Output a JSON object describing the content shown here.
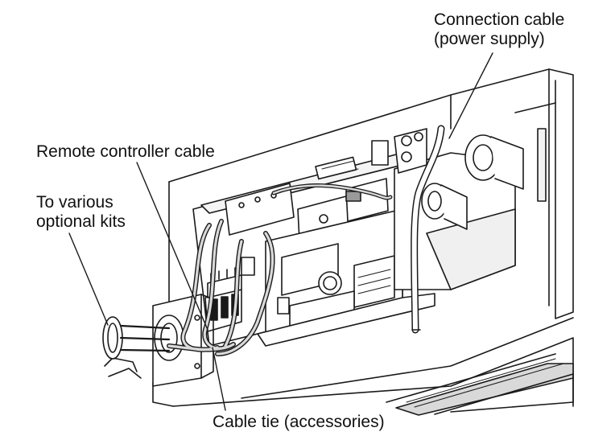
{
  "labels": {
    "connection_cable": [
      "Connection cable",
      "(power supply)"
    ],
    "remote_controller_cable": "Remote controller cable",
    "optional_kits": [
      "To various",
      "optional kits"
    ],
    "cable_tie": "Cable tie (accessories)"
  },
  "colors": {
    "line": "#1a1a1a",
    "shade": "#d9d9d9",
    "dark_shade": "#9a9a9a",
    "text": "#111111"
  },
  "icons": {
    "unit_illustration": "indoor-unit-electrical-box-illustration"
  }
}
